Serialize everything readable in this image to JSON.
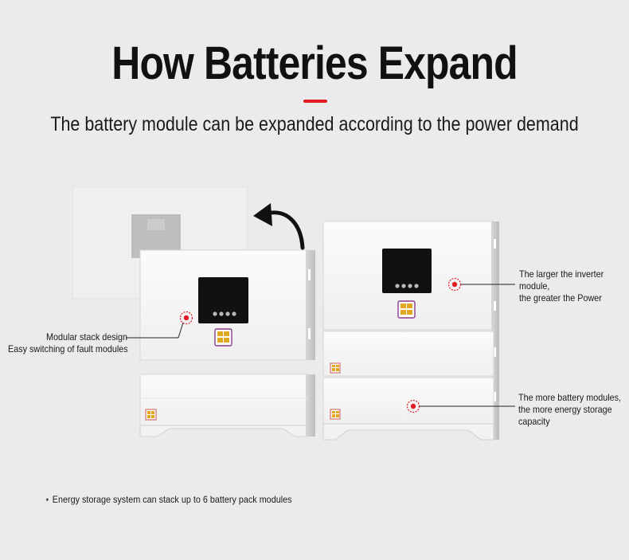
{
  "header": {
    "title": "How Batteries Expand",
    "subtitle": "The battery module can be expanded according to the power demand"
  },
  "callouts": {
    "left": {
      "line1": "Modular stack design",
      "line2": "Easy switching of fault modules"
    },
    "inverter": {
      "line1": "The larger the inverter",
      "line2": "module,",
      "line3": "the greater the Power"
    },
    "battery": {
      "line1": "The more battery modules,",
      "line2": "the more energy storage",
      "line3": "capacity"
    }
  },
  "footnote": "⋆ Energy storage system can stack up to 6 battery pack modules",
  "colors": {
    "background": "#ebebeb",
    "accent": "#e01b24",
    "panel": "#f7f7f7",
    "screen": "#111111"
  }
}
